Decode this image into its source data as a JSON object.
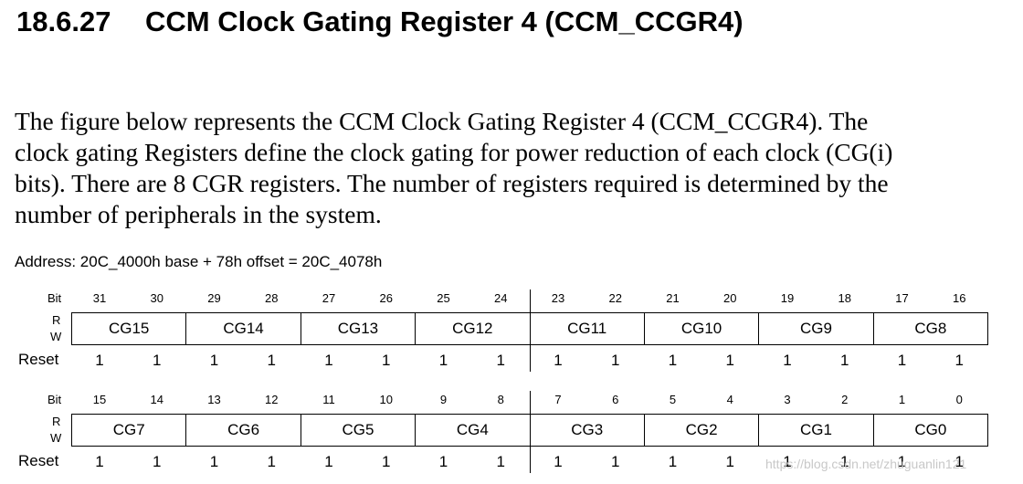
{
  "section": {
    "number": "18.6.27",
    "title": "CCM Clock Gating Register 4 (CCM_CCGR4)"
  },
  "paragraph_lines": [
    "The figure below represents the CCM Clock Gating Register 4 (CCM_CCGR4). The",
    "clock gating Registers define the clock gating for power reduction of each clock (CG(i)",
    "bits). There are 8 CGR registers. The number of registers required is determined by the",
    "number of peripherals in the system."
  ],
  "address": "Address: 20C_4000h base + 78h offset = 20C_4078h",
  "labels": {
    "bit": "Bit",
    "r": "R",
    "w": "W",
    "reset": "Reset"
  },
  "register_top": {
    "bits": [
      "31",
      "30",
      "29",
      "28",
      "27",
      "26",
      "25",
      "24",
      "23",
      "22",
      "21",
      "20",
      "19",
      "18",
      "17",
      "16"
    ],
    "fields": [
      "CG15",
      "CG14",
      "CG13",
      "CG12",
      "CG11",
      "CG10",
      "CG9",
      "CG8"
    ],
    "reset": [
      "1",
      "1",
      "1",
      "1",
      "1",
      "1",
      "1",
      "1",
      "1",
      "1",
      "1",
      "1",
      "1",
      "1",
      "1",
      "1"
    ]
  },
  "register_bottom": {
    "bits": [
      "15",
      "14",
      "13",
      "12",
      "11",
      "10",
      "9",
      "8",
      "7",
      "6",
      "5",
      "4",
      "3",
      "2",
      "1",
      "0"
    ],
    "fields": [
      "CG7",
      "CG6",
      "CG5",
      "CG4",
      "CG3",
      "CG2",
      "CG1",
      "CG0"
    ],
    "reset": [
      "1",
      "1",
      "1",
      "1",
      "1",
      "1",
      "1",
      "1",
      "1",
      "1",
      "1",
      "1",
      "1",
      "1",
      "1",
      "1"
    ]
  },
  "watermark": "https://blog.csdn.net/zhuguanlin121"
}
